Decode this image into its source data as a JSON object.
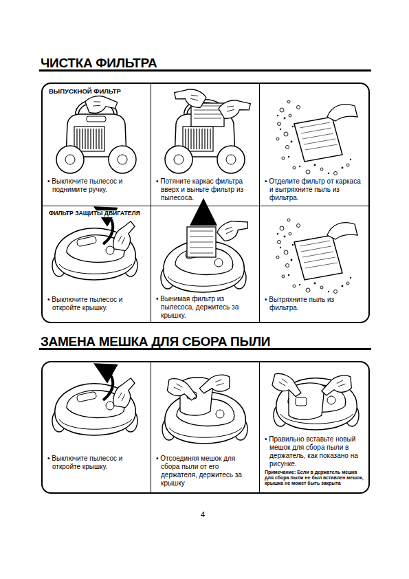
{
  "diagram": {
    "nodes": [
      {
        "text": [
          "ЧИСТКА ФИЛЬТРА"
        ]
      },
      {
        "text": [
          "ВЫПУСКНОЙ ФИЛЬТР",
          "• Выключите пылесос и поднимите ручку."
        ],
        "in": 0
      },
      {
        "text": [
          "• Потяните каркас фильтра вверх и выньте фильтр из пылесоса."
        ],
        "in": 0
      },
      {
        "text": [
          "• Отделите фильтр от каркаса и вытряхните пыль из фильтра."
        ],
        "in": 0
      },
      {
        "text": [
          "ФИЛЬТР ЗАЩИТЫ ДВИГАТЕЛЯ",
          "• Выключите пылесос и откройте крышку."
        ],
        "in": 0
      },
      {
        "text": [
          "• Вынимая фильтр из пылесоса, держитесь за крышку."
        ],
        "in": 0
      },
      {
        "text": [
          "• Вытряхните пыль из фильтра."
        ],
        "in": 0
      },
      {
        "text": [
          "ЗАМЕНА МЕШКА ДЛЯ СБОРА ПЫЛИ"
        ]
      },
      {
        "text": [
          "• Выключите пылесос и откройте крышку."
        ],
        "in": 7
      },
      {
        "text": [
          "• Отсоединяя мешок для сбора пыли от его держателя, держитесь за крышку"
        ],
        "in": 7
      },
      {
        "text": [
          "• Правильно вставьте новый мешок для сбора пыли в держатель, как показано на рисунке.",
          "Примечание: Если в держатель мешка для сбора пыли не был вставлен мешок, крышка не может быть закрыта"
        ],
        "in": 7
      }
    ],
    "labels": [
      "4"
    ]
  }
}
